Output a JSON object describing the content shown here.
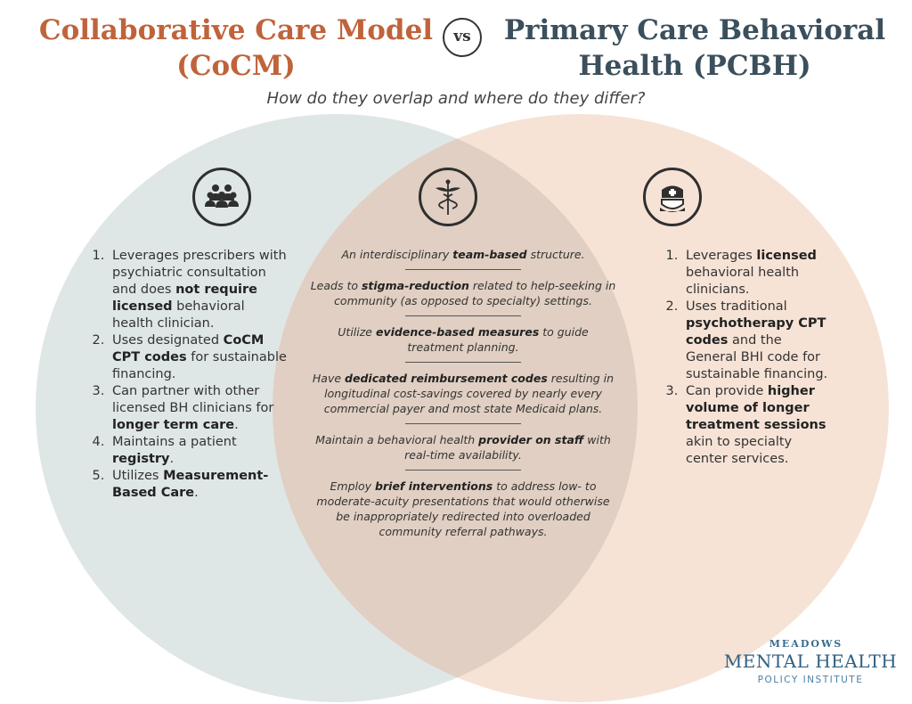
{
  "titles": {
    "left_line1": "Collaborative Care Model",
    "left_line2": "(CoCM)",
    "vs": "vs",
    "right_line1": "Primary Care Behavioral",
    "right_line2": "Health (PCBH)"
  },
  "subtitle": "How do they overlap and where do they differ?",
  "colors": {
    "left_title": "#c0633a",
    "right_title": "#3b4f5c",
    "left_circle": "#dfe6e6",
    "right_circle": "#f6e3d6",
    "overlap": "#e0cfc2"
  },
  "icons": {
    "left": "team-people-icon",
    "center": "caduceus-icon",
    "right": "nurse-icon"
  },
  "left_items": [
    {
      "pre": "Leverages prescribers with psychiatric consultation and does ",
      "bold": "not require licensed",
      "post": " behavioral health clinician."
    },
    {
      "pre": "Uses designated ",
      "bold": "CoCM CPT codes",
      "post": " for sustainable financing."
    },
    {
      "pre": "Can partner with  other licensed BH clinicians for ",
      "bold": "longer term care",
      "post": "."
    },
    {
      "pre": "Maintains a patient ",
      "bold": "registry",
      "post": "."
    },
    {
      "pre": "Utilizes ",
      "bold": "Measurement-Based Care",
      "post": "."
    }
  ],
  "center_items": [
    {
      "pre": "An interdisciplinary ",
      "bold": "team-based",
      "post": " structure."
    },
    {
      "pre": "Leads to ",
      "bold": "stigma-reduction",
      "post": " related to help-seeking in community (as opposed to specialty) settings."
    },
    {
      "pre": "Utilize ",
      "bold": "evidence-based measures",
      "post": " to guide treatment planning."
    },
    {
      "pre": "Have ",
      "bold": "dedicated reimbursement codes",
      "post": " resulting in longitudinal cost-savings covered by nearly every commercial payer and most state Medicaid plans."
    },
    {
      "pre": "Maintain a behavioral health ",
      "bold": "provider on staff",
      "post": " with real-time availability."
    },
    {
      "pre": "Employ ",
      "bold": "brief interventions",
      "post": " to address low- to moderate-acuity presentations that would otherwise be inappropriately redirected into overloaded community referral pathways."
    }
  ],
  "right_items": [
    {
      "pre": "Leverages ",
      "bold": "licensed",
      "post": " behavioral health clinicians."
    },
    {
      "pre": "Uses traditional ",
      "bold": "psychotherapy CPT codes",
      "post": " and the General BHI code for sustainable financing."
    },
    {
      "pre": "Can provide ",
      "bold": "higher volume of longer treatment sessions",
      "post": " akin to specialty center services."
    }
  ],
  "logo": {
    "line1": "MEADOWS",
    "line2": "MENTAL HEALTH",
    "line3": "POLICY INSTITUTE"
  }
}
